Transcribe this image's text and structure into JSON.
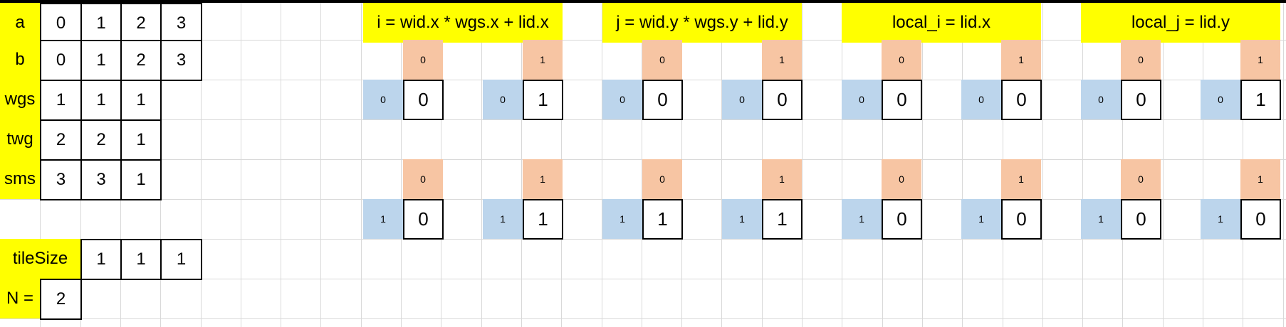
{
  "params": {
    "rows": [
      {
        "label": "a",
        "values": [
          "0",
          "1",
          "2",
          "3"
        ]
      },
      {
        "label": "b",
        "values": [
          "0",
          "1",
          "2",
          "3"
        ]
      },
      {
        "label": "wgs",
        "values": [
          "1",
          "1",
          "1"
        ]
      },
      {
        "label": "twg",
        "values": [
          "2",
          "2",
          "1"
        ]
      },
      {
        "label": "sms",
        "values": [
          "3",
          "3",
          "1"
        ]
      }
    ],
    "tile_size": {
      "label": "tileSize",
      "values": [
        "1",
        "1",
        "1"
      ]
    },
    "n": {
      "label": "N =",
      "value": "2"
    }
  },
  "sections": [
    {
      "title": "i = wid.x * wgs.x + lid.x",
      "blocks": [
        {
          "lid": "0",
          "wid": "0",
          "value": "0"
        },
        {
          "lid": "1",
          "wid": "0",
          "value": "1"
        },
        {
          "lid": "0",
          "wid": "1",
          "value": "0"
        },
        {
          "lid": "1",
          "wid": "1",
          "value": "1"
        }
      ]
    },
    {
      "title": "j = wid.y * wgs.y + lid.y",
      "blocks": [
        {
          "lid": "0",
          "wid": "0",
          "value": "0"
        },
        {
          "lid": "1",
          "wid": "0",
          "value": "0"
        },
        {
          "lid": "0",
          "wid": "1",
          "value": "1"
        },
        {
          "lid": "1",
          "wid": "1",
          "value": "1"
        }
      ]
    },
    {
      "title": "local_i = lid.x",
      "blocks": [
        {
          "lid": "0",
          "wid": "0",
          "value": "0"
        },
        {
          "lid": "1",
          "wid": "0",
          "value": "0"
        },
        {
          "lid": "0",
          "wid": "1",
          "value": "0"
        },
        {
          "lid": "1",
          "wid": "1",
          "value": "0"
        }
      ]
    },
    {
      "title": "local_j = lid.y",
      "blocks": [
        {
          "lid": "0",
          "wid": "0",
          "value": "0"
        },
        {
          "lid": "1",
          "wid": "0",
          "value": "1"
        },
        {
          "lid": "0",
          "wid": "1",
          "value": "0"
        },
        {
          "lid": "1",
          "wid": "1",
          "value": "0"
        }
      ]
    }
  ],
  "colors": {
    "header_fill": "#ffff00",
    "lid_fill": "#f7c5a3",
    "wid_fill": "#bcd5ec",
    "gridline": "#d9d9d9"
  }
}
